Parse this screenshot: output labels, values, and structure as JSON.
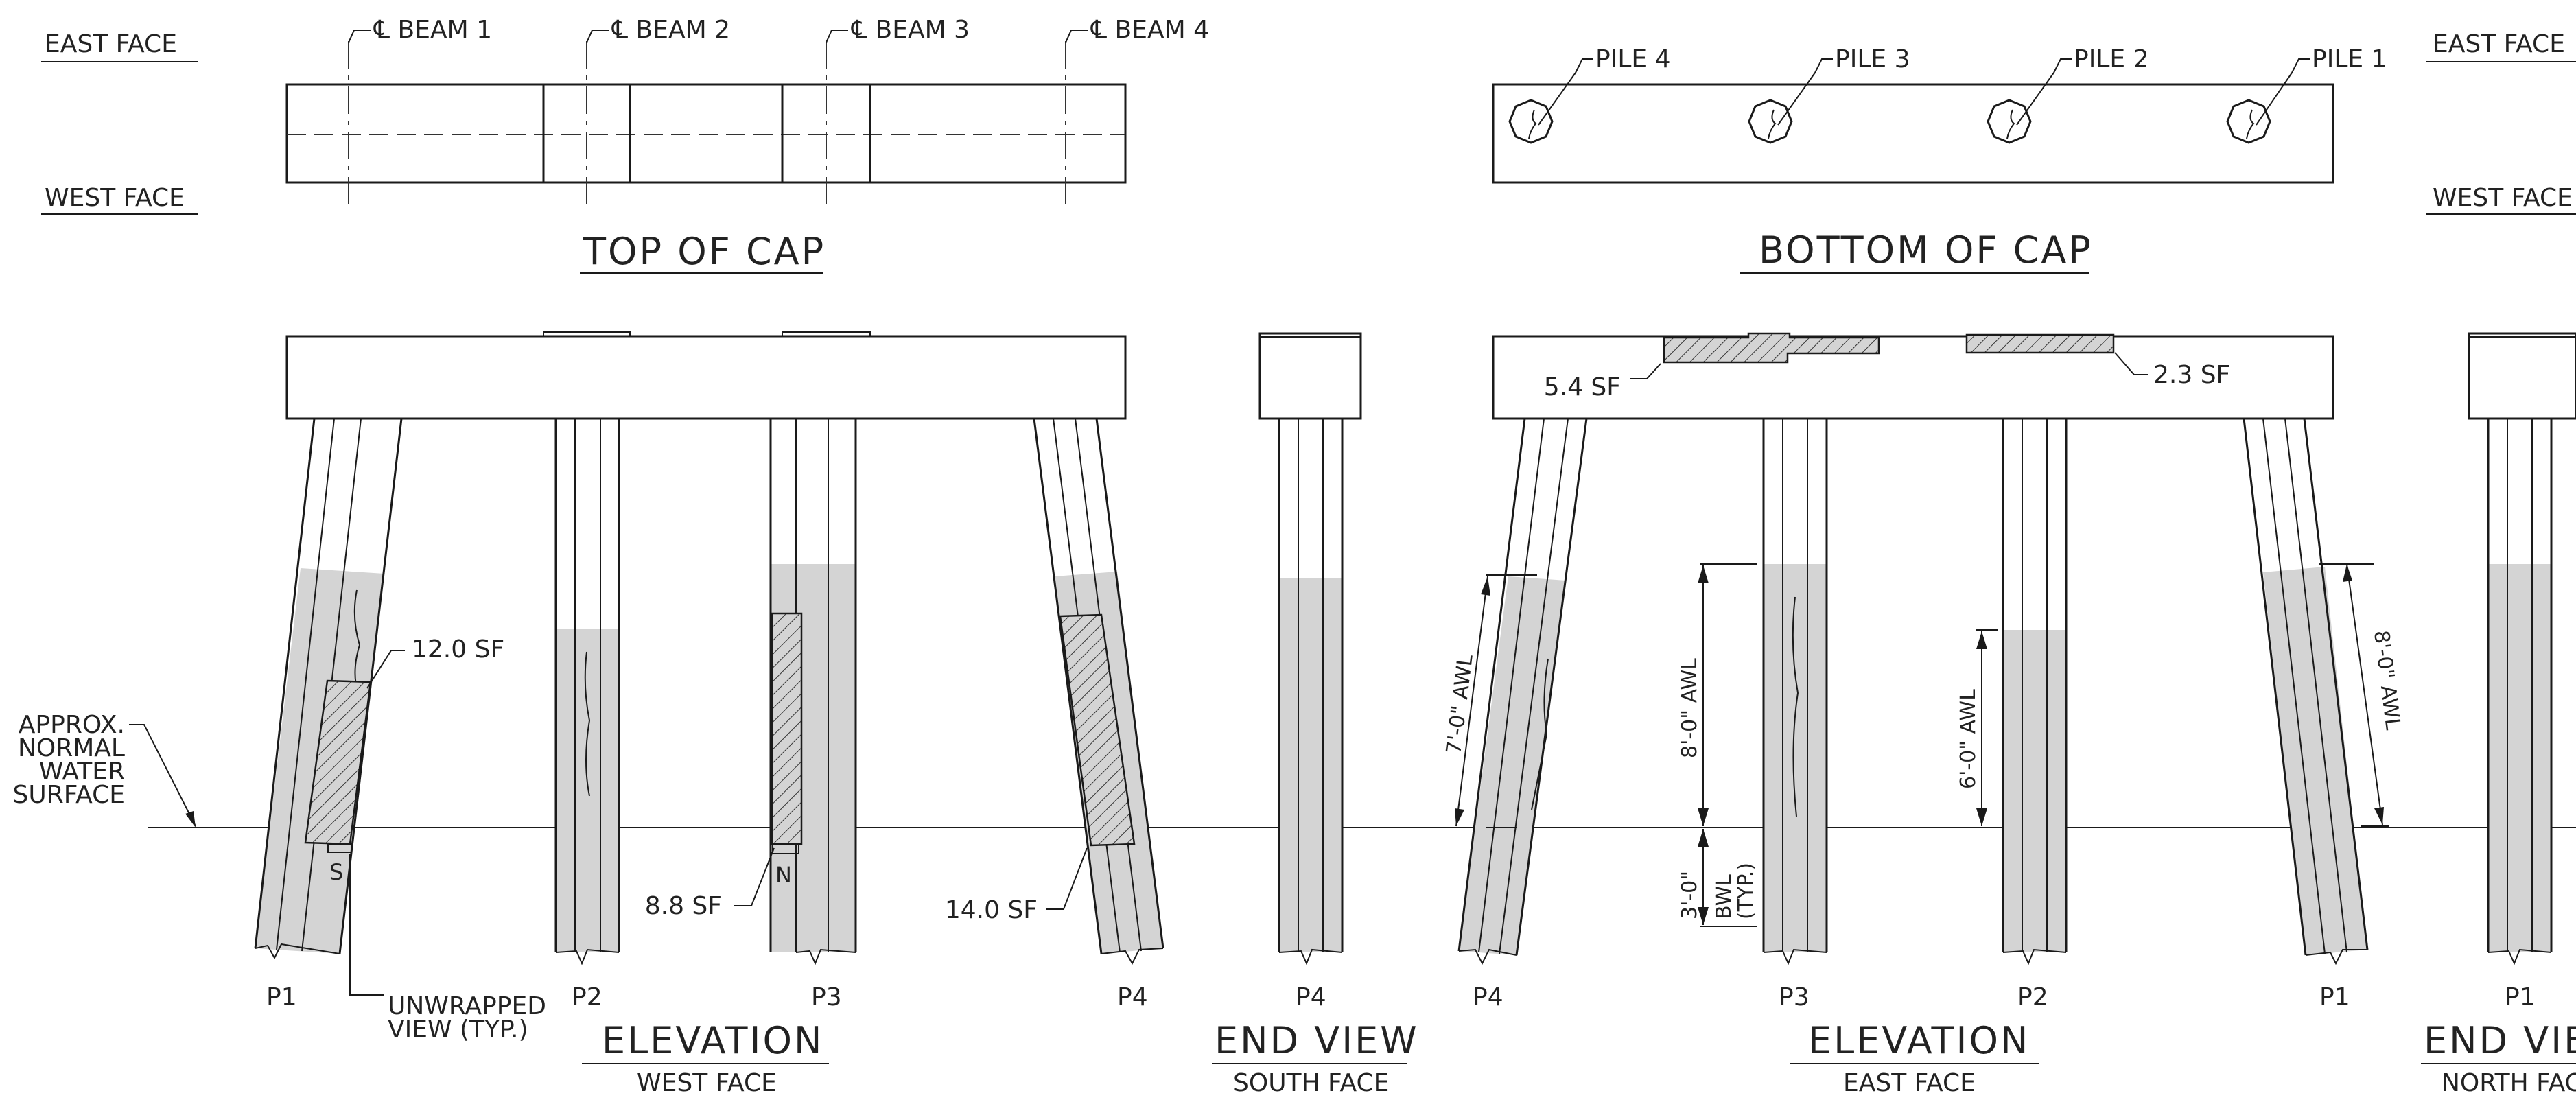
{
  "faces": {
    "east": "EAST FACE",
    "west": "WEST FACE"
  },
  "beams": [
    "℄ BEAM 1",
    "℄ BEAM 2",
    "℄ BEAM 3",
    "℄ BEAM 4"
  ],
  "piles": [
    "PILE 4",
    "PILE 3",
    "PILE 2",
    "PILE 1"
  ],
  "view_titles": {
    "top_of_cap": "TOP OF CAP",
    "bottom_of_cap": "BOTTOM OF CAP",
    "elevation_west": "ELEVATION",
    "elevation_west_sub": "WEST FACE",
    "end_view_south": "END VIEW",
    "end_view_south_sub": "SOUTH FACE",
    "elevation_east": "ELEVATION",
    "elevation_east_sub": "EAST FACE",
    "end_view_north": "END VIEW",
    "end_view_north_sub": "NORTH FACE"
  },
  "water_note": [
    "APPROX.",
    "NORMAL",
    "WATER",
    "SURFACE"
  ],
  "unwrapped_note": [
    "UNWRAPPED",
    "VIEW (TYP.)"
  ],
  "areas": {
    "west_p1": "12.0 SF",
    "west_p3": "8.8 SF",
    "west_p4": "14.0 SF",
    "east_cap_left": "5.4 SF",
    "east_cap_right": "2.3 SF"
  },
  "dims": {
    "east_p4": "7'-0\" AWL",
    "east_p3": "8'-0\" AWL",
    "east_p2": "6'-0\" AWL",
    "east_p1": "8'-0\" AWL",
    "bwl": "3'-0\"",
    "bwl_note": [
      "BWL",
      "(TYP.)"
    ]
  },
  "markers": {
    "south": "S",
    "north": "N"
  },
  "pile_labels": {
    "west": [
      "P1",
      "P2",
      "P3",
      "P4"
    ],
    "south_end": "P4",
    "east": [
      "P4",
      "P3",
      "P2",
      "P1"
    ],
    "north_end": "P1"
  }
}
